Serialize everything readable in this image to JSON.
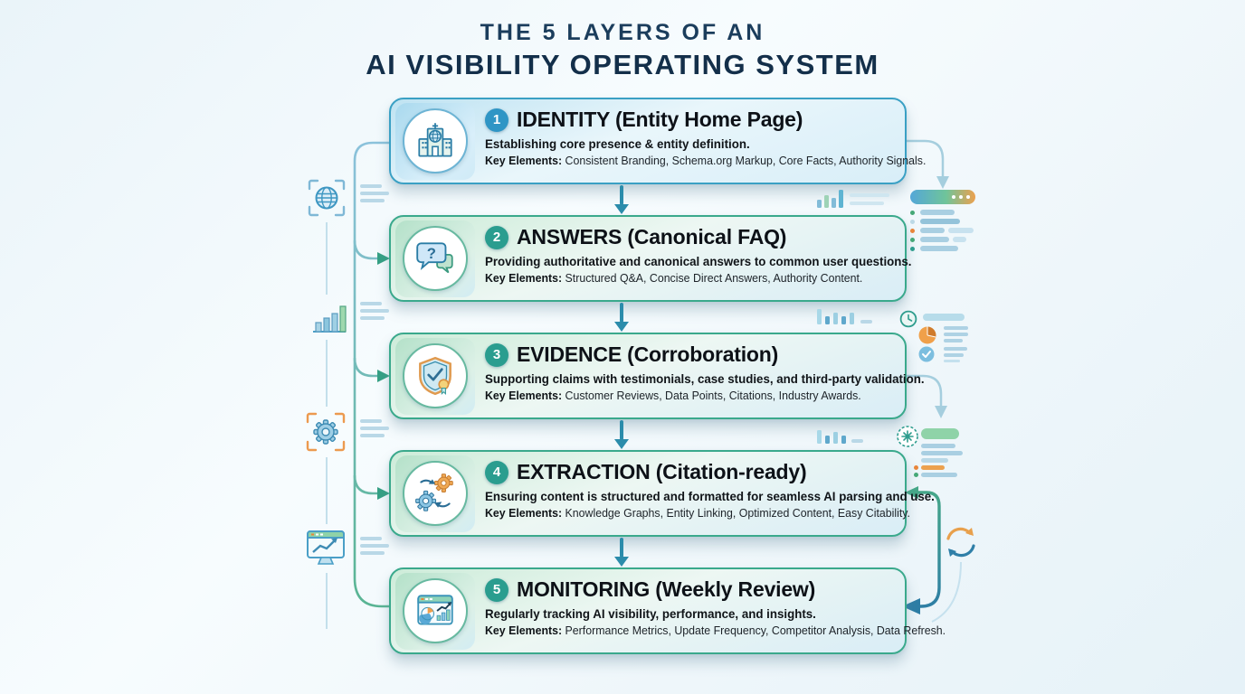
{
  "title": {
    "line1": "THE 5 LAYERS OF AN",
    "line2": "AI VISIBILITY OPERATING SYSTEM"
  },
  "layers": [
    {
      "number": "1",
      "name": "IDENTITY (Entity Home Page)",
      "description": "Establishing core presence & entity definition.",
      "key_label": "Key Elements:",
      "key_elements": "Consistent Branding, Schema.org Markup, Core Facts, Authority Signals.",
      "icon": "building-entity-icon",
      "theme": "blue"
    },
    {
      "number": "2",
      "name": "ANSWERS (Canonical FAQ)",
      "description": "Providing authoritative and canonical answers to common user questions.",
      "key_label": "Key Elements:",
      "key_elements": "Structured Q&A, Concise Direct Answers, Authority Content.",
      "icon": "chat-question-icon",
      "theme": "green"
    },
    {
      "number": "3",
      "name": "EVIDENCE (Corroboration)",
      "description": "Supporting claims with testimonials, case studies, and third-party validation.",
      "key_label": "Key Elements:",
      "key_elements": "Customer Reviews, Data Points, Citations, Industry Awards.",
      "icon": "shield-check-icon",
      "theme": "green"
    },
    {
      "number": "4",
      "name": "EXTRACTION (Citation-ready)",
      "description": "Ensuring content is structured and formatted for seamless AI parsing and use.",
      "key_label": "Key Elements:",
      "key_elements": "Knowledge Graphs, Entity Linking, Optimized Content, Easy Citability.",
      "icon": "gears-extraction-icon",
      "theme": "green"
    },
    {
      "number": "5",
      "name": "MONITORING (Weekly Review)",
      "description": "Regularly tracking AI visibility, performance, and insights.",
      "key_label": "Key Elements:",
      "key_elements": "Performance Metrics, Update Frequency, Competitor Analysis, Data Refresh.",
      "icon": "dashboard-monitoring-icon",
      "theme": "green"
    }
  ],
  "icons": {
    "left_margin": [
      "globe-scan-icon",
      "bar-chart-icon",
      "gear-scan-icon",
      "monitor-trend-icon"
    ],
    "right_margin": [
      "sparkline-bars-icon",
      "progress-pill",
      "checklist-rows",
      "clock-icon",
      "pie-chart-icon",
      "check-circle-icon",
      "settings-circle-icon",
      "refresh-cycle-icon"
    ],
    "connectors": [
      "flow-down-arrow",
      "left-branch-arrows",
      "feedback-loop-arrows"
    ]
  },
  "colors": {
    "title_text": "#14344f",
    "blue_accent": "#2f95c5",
    "teal_accent": "#2a9d8f",
    "blue_border": "#3aa0c4",
    "green_border": "#3aa98c",
    "orange_accent": "#ec9a4f",
    "flow_arrow": "#2b8cab",
    "background": "#eef6fa"
  }
}
